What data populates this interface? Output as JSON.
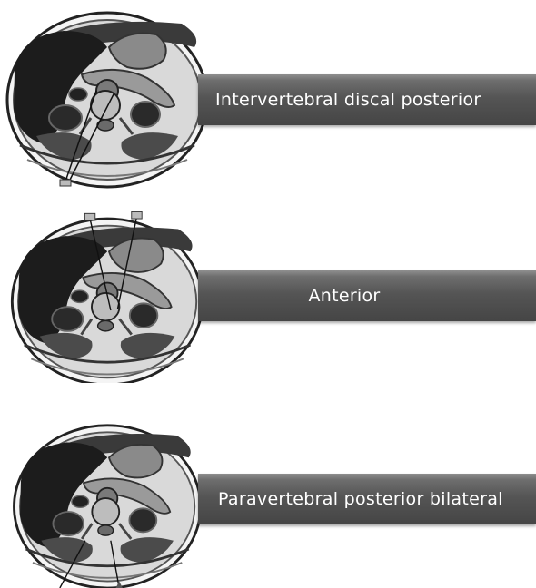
{
  "approaches": [
    {
      "label": "Intervertebral  discal posterior"
    },
    {
      "label": "Anterior"
    },
    {
      "label": "Paravertebral posterior bilateral"
    }
  ],
  "colors": {
    "banner": "#505050",
    "liver": "#1e1e1e",
    "background_tissue": "#dcdcdc",
    "kidney": "#2b2b2b",
    "muscle": "#4a4a4a",
    "organ_mid": "#8c8c8c"
  }
}
